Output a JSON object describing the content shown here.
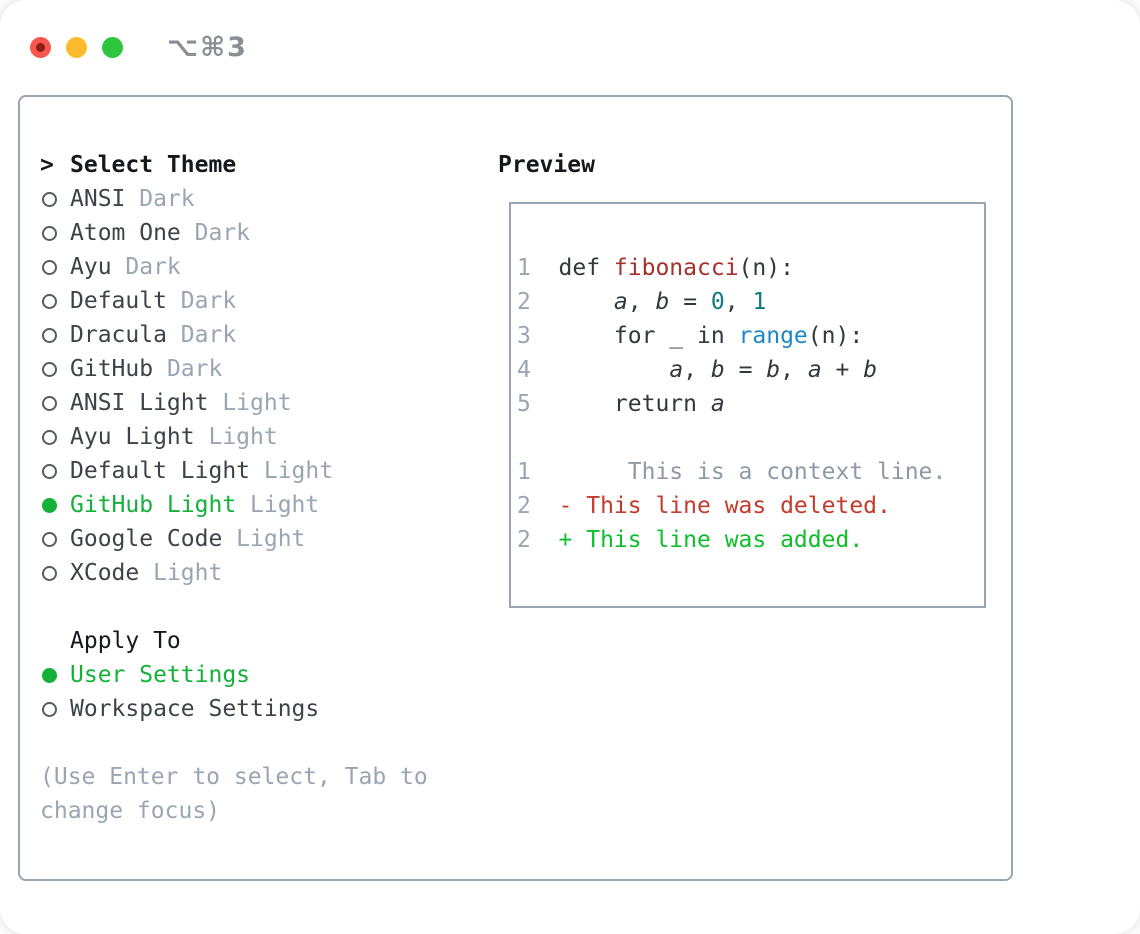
{
  "window": {
    "title": "⌥⌘3"
  },
  "colors": {
    "selection_green": "#13b13a",
    "diff_added_green": "#0fbe2b",
    "diff_deleted_red": "#c53b2b",
    "function_red": "#a5302c",
    "number_teal": "#0e7b7e",
    "builtin_blue": "#1e88c6",
    "muted_gray": "#9aa5b1",
    "border_gray": "#9ba6b2",
    "traffic_red": "#f6574e",
    "traffic_yellow": "#fcbb2f",
    "traffic_green": "#2ec63e"
  },
  "theme_panel": {
    "prompt": ">",
    "header": "Select Theme",
    "items": [
      {
        "name": "ANSI",
        "variant": "Dark",
        "selected": false
      },
      {
        "name": "Atom One",
        "variant": "Dark",
        "selected": false
      },
      {
        "name": "Ayu",
        "variant": "Dark",
        "selected": false
      },
      {
        "name": "Default",
        "variant": "Dark",
        "selected": false
      },
      {
        "name": "Dracula",
        "variant": "Dark",
        "selected": false
      },
      {
        "name": "GitHub",
        "variant": "Dark",
        "selected": false
      },
      {
        "name": "ANSI Light",
        "variant": "Light",
        "selected": false
      },
      {
        "name": "Ayu Light",
        "variant": "Light",
        "selected": false
      },
      {
        "name": "Default Light",
        "variant": "Light",
        "selected": false
      },
      {
        "name": "GitHub Light",
        "variant": "Light",
        "selected": true
      },
      {
        "name": "Google Code",
        "variant": "Light",
        "selected": false
      },
      {
        "name": "XCode",
        "variant": "Light",
        "selected": false
      }
    ],
    "apply_header": "Apply To",
    "apply_items": [
      {
        "name": "User Settings",
        "selected": true
      },
      {
        "name": "Workspace Settings",
        "selected": false
      }
    ],
    "help_lines": [
      "(Use Enter to select, Tab to",
      "change focus)"
    ]
  },
  "preview": {
    "header": "Preview",
    "code_lines": [
      {
        "num": "1",
        "segments": [
          [
            "def ",
            "plain"
          ],
          [
            "fibonacci",
            "func"
          ],
          [
            "(n):",
            "plain"
          ]
        ]
      },
      {
        "num": "2",
        "segments": [
          [
            "    ",
            "plain"
          ],
          [
            "a",
            "var"
          ],
          [
            ", ",
            "plain"
          ],
          [
            "b",
            "var"
          ],
          [
            " = ",
            "plain"
          ],
          [
            "0",
            "num"
          ],
          [
            ", ",
            "plain"
          ],
          [
            "1",
            "num"
          ]
        ]
      },
      {
        "num": "3",
        "segments": [
          [
            "    for _ in ",
            "plain"
          ],
          [
            "range",
            "builtin"
          ],
          [
            "(n):",
            "plain"
          ]
        ]
      },
      {
        "num": "4",
        "segments": [
          [
            "        ",
            "plain"
          ],
          [
            "a",
            "var"
          ],
          [
            ", ",
            "plain"
          ],
          [
            "b",
            "var"
          ],
          [
            " = ",
            "plain"
          ],
          [
            "b",
            "var"
          ],
          [
            ", ",
            "plain"
          ],
          [
            "a",
            "var"
          ],
          [
            " + ",
            "plain"
          ],
          [
            "b",
            "var"
          ]
        ]
      },
      {
        "num": "5",
        "segments": [
          [
            "    return ",
            "plain"
          ],
          [
            "a",
            "var"
          ]
        ]
      },
      {
        "num": "",
        "segments": []
      },
      {
        "num": "1",
        "segments": [
          [
            "     This is a context line.",
            "context"
          ]
        ]
      },
      {
        "num": "2",
        "segments": [
          [
            "- This line was deleted.",
            "deleted"
          ]
        ]
      },
      {
        "num": "2",
        "segments": [
          [
            "+ This line was added.",
            "added"
          ]
        ]
      }
    ]
  }
}
